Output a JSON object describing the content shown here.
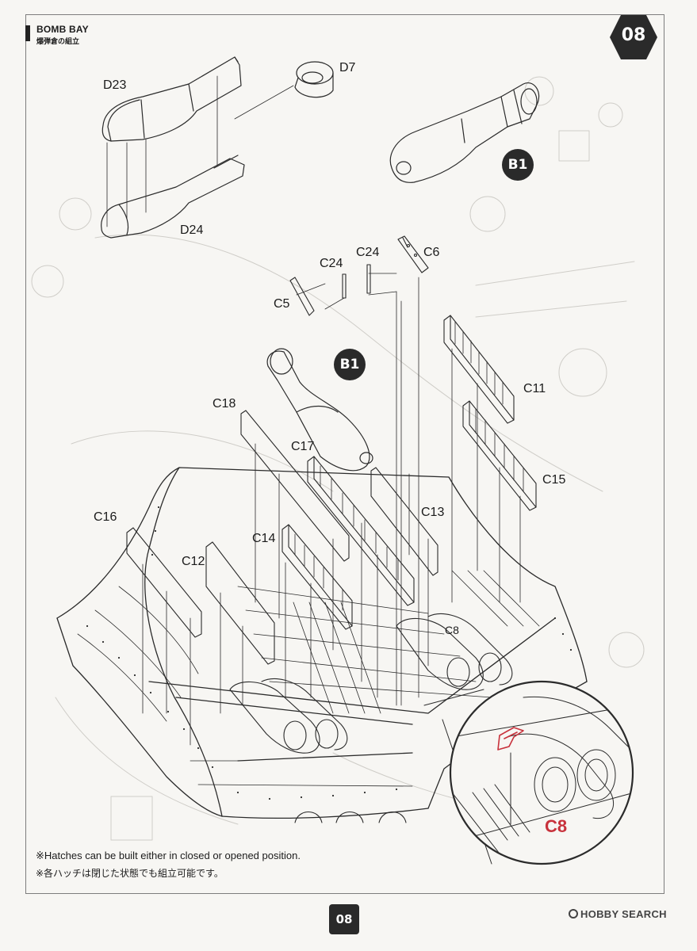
{
  "header": {
    "section_title": "BOMB BAY",
    "section_subtitle": "爆弾倉の組立",
    "step_number": "08"
  },
  "parts": {
    "d23": "D23",
    "d7": "D7",
    "d24": "D24",
    "b1_top": "B1",
    "b1_mid": "B1",
    "c24_left": "C24",
    "c24_right": "C24",
    "c6": "C6",
    "c5": "C5",
    "c11": "C11",
    "c18": "C18",
    "c17": "C17",
    "c15": "C15",
    "c16": "C16",
    "c13": "C13",
    "c14": "C14",
    "c12": "C12",
    "c8": "C8",
    "c8_detail": "C8"
  },
  "notes": {
    "english": "※Hatches can be built either in closed or opened position.",
    "japanese": "※各ハッチは閉じた状態でも組立可能です。"
  },
  "footer": {
    "page_number": "08",
    "watermark": "HOBBY SEARCH"
  },
  "colors": {
    "badge": "#2a2a2a",
    "highlight": "#c8323c",
    "line": "#2b2b2b"
  }
}
